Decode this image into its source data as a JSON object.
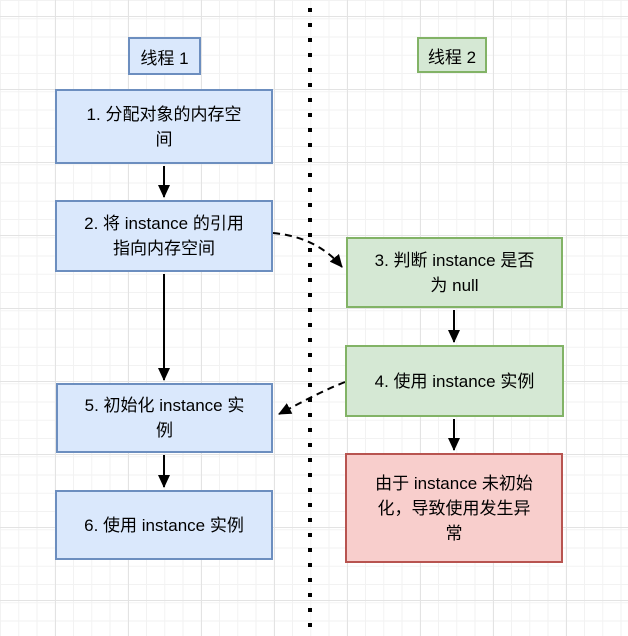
{
  "colors": {
    "blue_fill": "#dae8fc",
    "blue_stroke": "#6c8ebf",
    "green_fill": "#d5e8d4",
    "green_stroke": "#82b366",
    "red_fill": "#f8cecc",
    "red_stroke": "#b85450",
    "line": "#000000"
  },
  "lanes": {
    "thread1": {
      "label": "线程 1"
    },
    "thread2": {
      "label": "线程 2"
    }
  },
  "nodes": {
    "step1": {
      "text": "1. 分配对象的内存空\n间"
    },
    "step2": {
      "text": "2. 将 instance 的引用\n指向内存空间"
    },
    "step3": {
      "text": "3. 判断 instance 是否\n为 null"
    },
    "step4": {
      "text": "4. 使用 instance 实例"
    },
    "step5": {
      "text": "5. 初始化 instance 实\n例"
    },
    "step6": {
      "text": "6. 使用 instance 实例"
    },
    "error": {
      "text": "由于 instance 未初始\n化，导致使用发生异\n常"
    }
  },
  "edges": [
    {
      "from": "step1",
      "to": "step2",
      "style": "solid"
    },
    {
      "from": "step2",
      "to": "step5",
      "style": "solid"
    },
    {
      "from": "step5",
      "to": "step6",
      "style": "solid"
    },
    {
      "from": "step3",
      "to": "step4",
      "style": "solid"
    },
    {
      "from": "step4",
      "to": "error",
      "style": "solid"
    },
    {
      "from": "step2",
      "to": "step3",
      "style": "dashed"
    },
    {
      "from": "step4",
      "to": "step5",
      "style": "dashed"
    }
  ]
}
